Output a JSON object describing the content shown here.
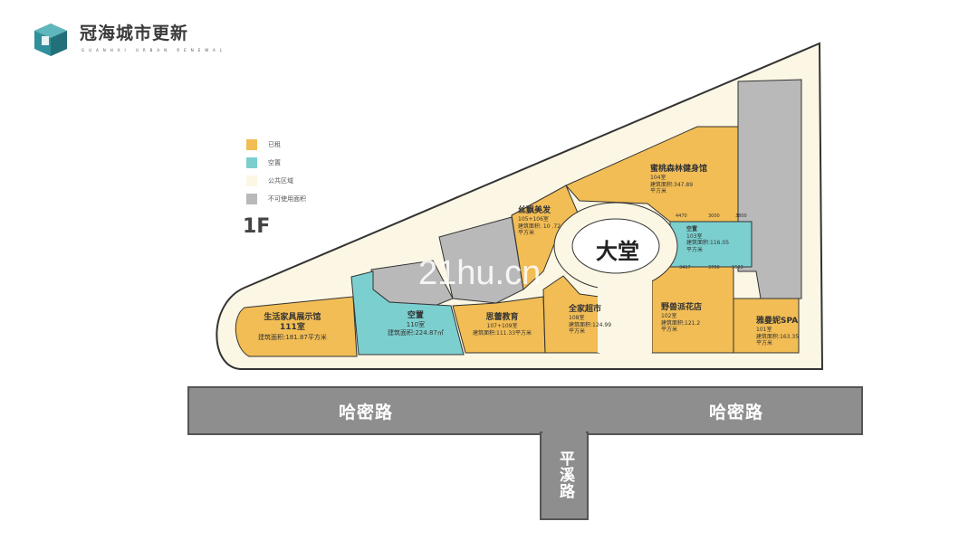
{
  "logo": {
    "name": "冠海城市更新",
    "subtitle": "GUANHAI URBAN RENEWAL"
  },
  "legend": [
    {
      "label": "已租",
      "color": "#f2bd55"
    },
    {
      "label": "空置",
      "color": "#7ccfcf"
    },
    {
      "label": "公共区域",
      "color": "#fbf7e4"
    },
    {
      "label": "不可使用面积",
      "color": "#b9b9b9"
    }
  ],
  "floor": "1F",
  "lobby": "大堂",
  "rooms": [
    {
      "name": "生活家具展示馆",
      "room": "111室",
      "area": "建筑面积:181.87平方米"
    },
    {
      "name": "空置",
      "room": "110室",
      "area": "建筑面积:224.87㎡"
    },
    {
      "name": "思蕾教育",
      "room": "107+109室",
      "area": "建筑面积:111.33平方米"
    },
    {
      "name": "丝飘美发",
      "room": "105+106室",
      "area": "建筑面积: 10 .72",
      "unit": "平方米"
    },
    {
      "name": "蜜桃森林健身馆",
      "room": "104室",
      "area": "建筑面积:347.89",
      "unit": "平方米"
    },
    {
      "name": "空置",
      "room": "103室",
      "area": "建筑面积:116.05",
      "unit": "平方米"
    },
    {
      "name": "全家超市",
      "room": "108室",
      "area": "建筑面积:124.99",
      "unit": "平方米"
    },
    {
      "name": "野兽派花店",
      "room": "102室",
      "area": "建筑面积:121.2",
      "unit": "平方米"
    },
    {
      "name": "雅曼妮SPA",
      "room": "101室",
      "area": "建筑面积:163.35",
      "unit": "平方米"
    }
  ],
  "dimensions": [
    "4470",
    "3000",
    "3800",
    "3417",
    "3700",
    "1603"
  ],
  "roads": {
    "left": "哈密路",
    "right": "哈密路",
    "vertical": "平溪路"
  },
  "watermark": "21hu.cn"
}
